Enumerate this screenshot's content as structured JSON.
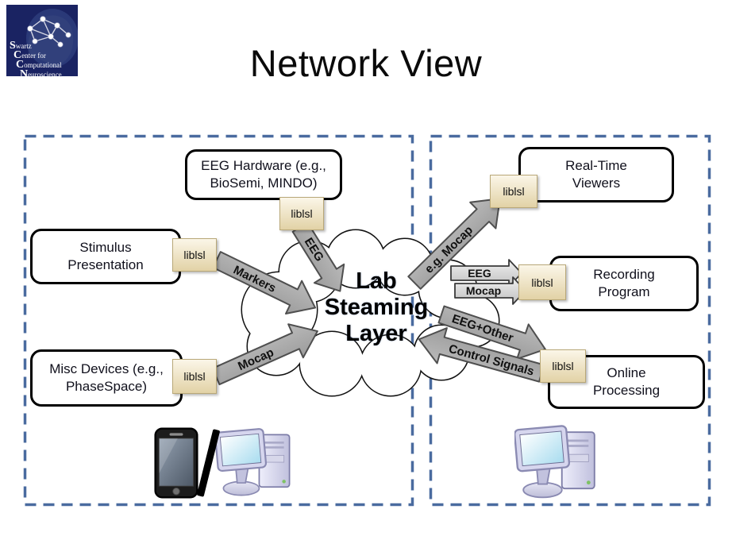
{
  "logo": {
    "line1_initial": "S",
    "line1_rest": "wartz",
    "line2_initial": "C",
    "line2_rest": "enter for",
    "line3_initial": "C",
    "line3_rest": "omputational",
    "line4_initial": "N",
    "line4_rest": "euroscience"
  },
  "title": "Network View",
  "cloud": {
    "line1": "Lab",
    "line2": "Steaming",
    "line3": "Layer"
  },
  "boxes": {
    "eeg_hardware": "EEG Hardware (e.g., BioSemi, MINDO)",
    "stimulus_presentation": "Stimulus Presentation",
    "misc_devices": "Misc Devices (e.g., PhaseSpace)",
    "realtime_viewers": "Real-Time Viewers",
    "recording_program": "Recording Program",
    "online_processing": "Online Processing"
  },
  "liblsl_label": "liblsl",
  "arrow_labels": {
    "markers": "Markers",
    "eeg_in": "EEG",
    "mocap_in": "Mocap",
    "eg_mocap": "e.g. Mocap",
    "eeg_rec": "EEG",
    "mocap_rec": "Mocap",
    "eeg_other": "EEG+Other",
    "control_signals": "Control Signals"
  },
  "separator": "/",
  "icons": {
    "logo": "sccn-brain-logo",
    "left_devices": [
      "smartphone-icon",
      "desktop-computer-icon"
    ],
    "right_devices": [
      "desktop-computer-icon"
    ]
  },
  "colors": {
    "dashed_border": "#4a6b9f",
    "arrow_fill": "#bcbcbc",
    "liblsl_fill": "#ece0bd",
    "logo_background": "#1a2362",
    "box_border": "#000000"
  }
}
